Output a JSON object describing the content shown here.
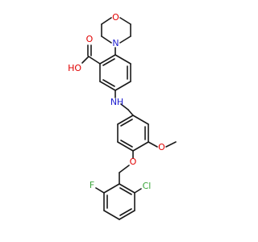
{
  "colors": {
    "bond": "#1a1a1a",
    "O": "#e00000",
    "N": "#2020d0",
    "F": "#3aa53a",
    "Cl": "#3aa53a"
  },
  "labels": {
    "morpholine_o": "O",
    "morpholine_n": "N",
    "acid_ho": "HO",
    "acid_o": "O",
    "amine_n": "N",
    "amine_h": "H",
    "methoxy_o": "O",
    "ether_o": "O",
    "fluoro": "F",
    "chloro": "Cl"
  }
}
